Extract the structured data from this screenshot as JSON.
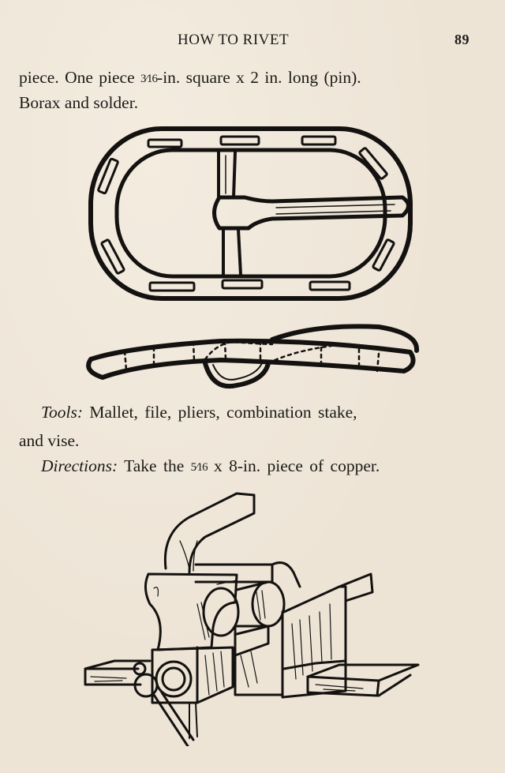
{
  "page": {
    "background_color": "#ede4d6",
    "ink_color": "#141210"
  },
  "running_head": {
    "title": "HOW TO RIVET",
    "page_number": "89"
  },
  "body_text": {
    "line1": {
      "start": "piece.   One piece ",
      "fraction": "3⁄16",
      "end": "-in.  square  x  2 in. long (pin)."
    },
    "line2": "Borax and solder.",
    "tools": {
      "label": "Tools:",
      "text_line1": "  Mallet,  file,  pliers,  combination  stake,",
      "text_line2": "and vise."
    },
    "directions": {
      "label": "Directions:",
      "text_start": "  Take the ",
      "fraction": "5⁄16",
      "text_end": " x 8-in. piece of copper."
    }
  },
  "figures": [
    {
      "id": "buckle-top-view",
      "description": "Oval belt buckle with slotted rim, center bar and tongue pin"
    },
    {
      "id": "buckle-side-view",
      "description": "Curved buckle profile with dashed slot lines and pin loop"
    },
    {
      "id": "bench-vise-with-stake",
      "description": "Bench vise holding a combination stake on a wooden bench"
    }
  ]
}
